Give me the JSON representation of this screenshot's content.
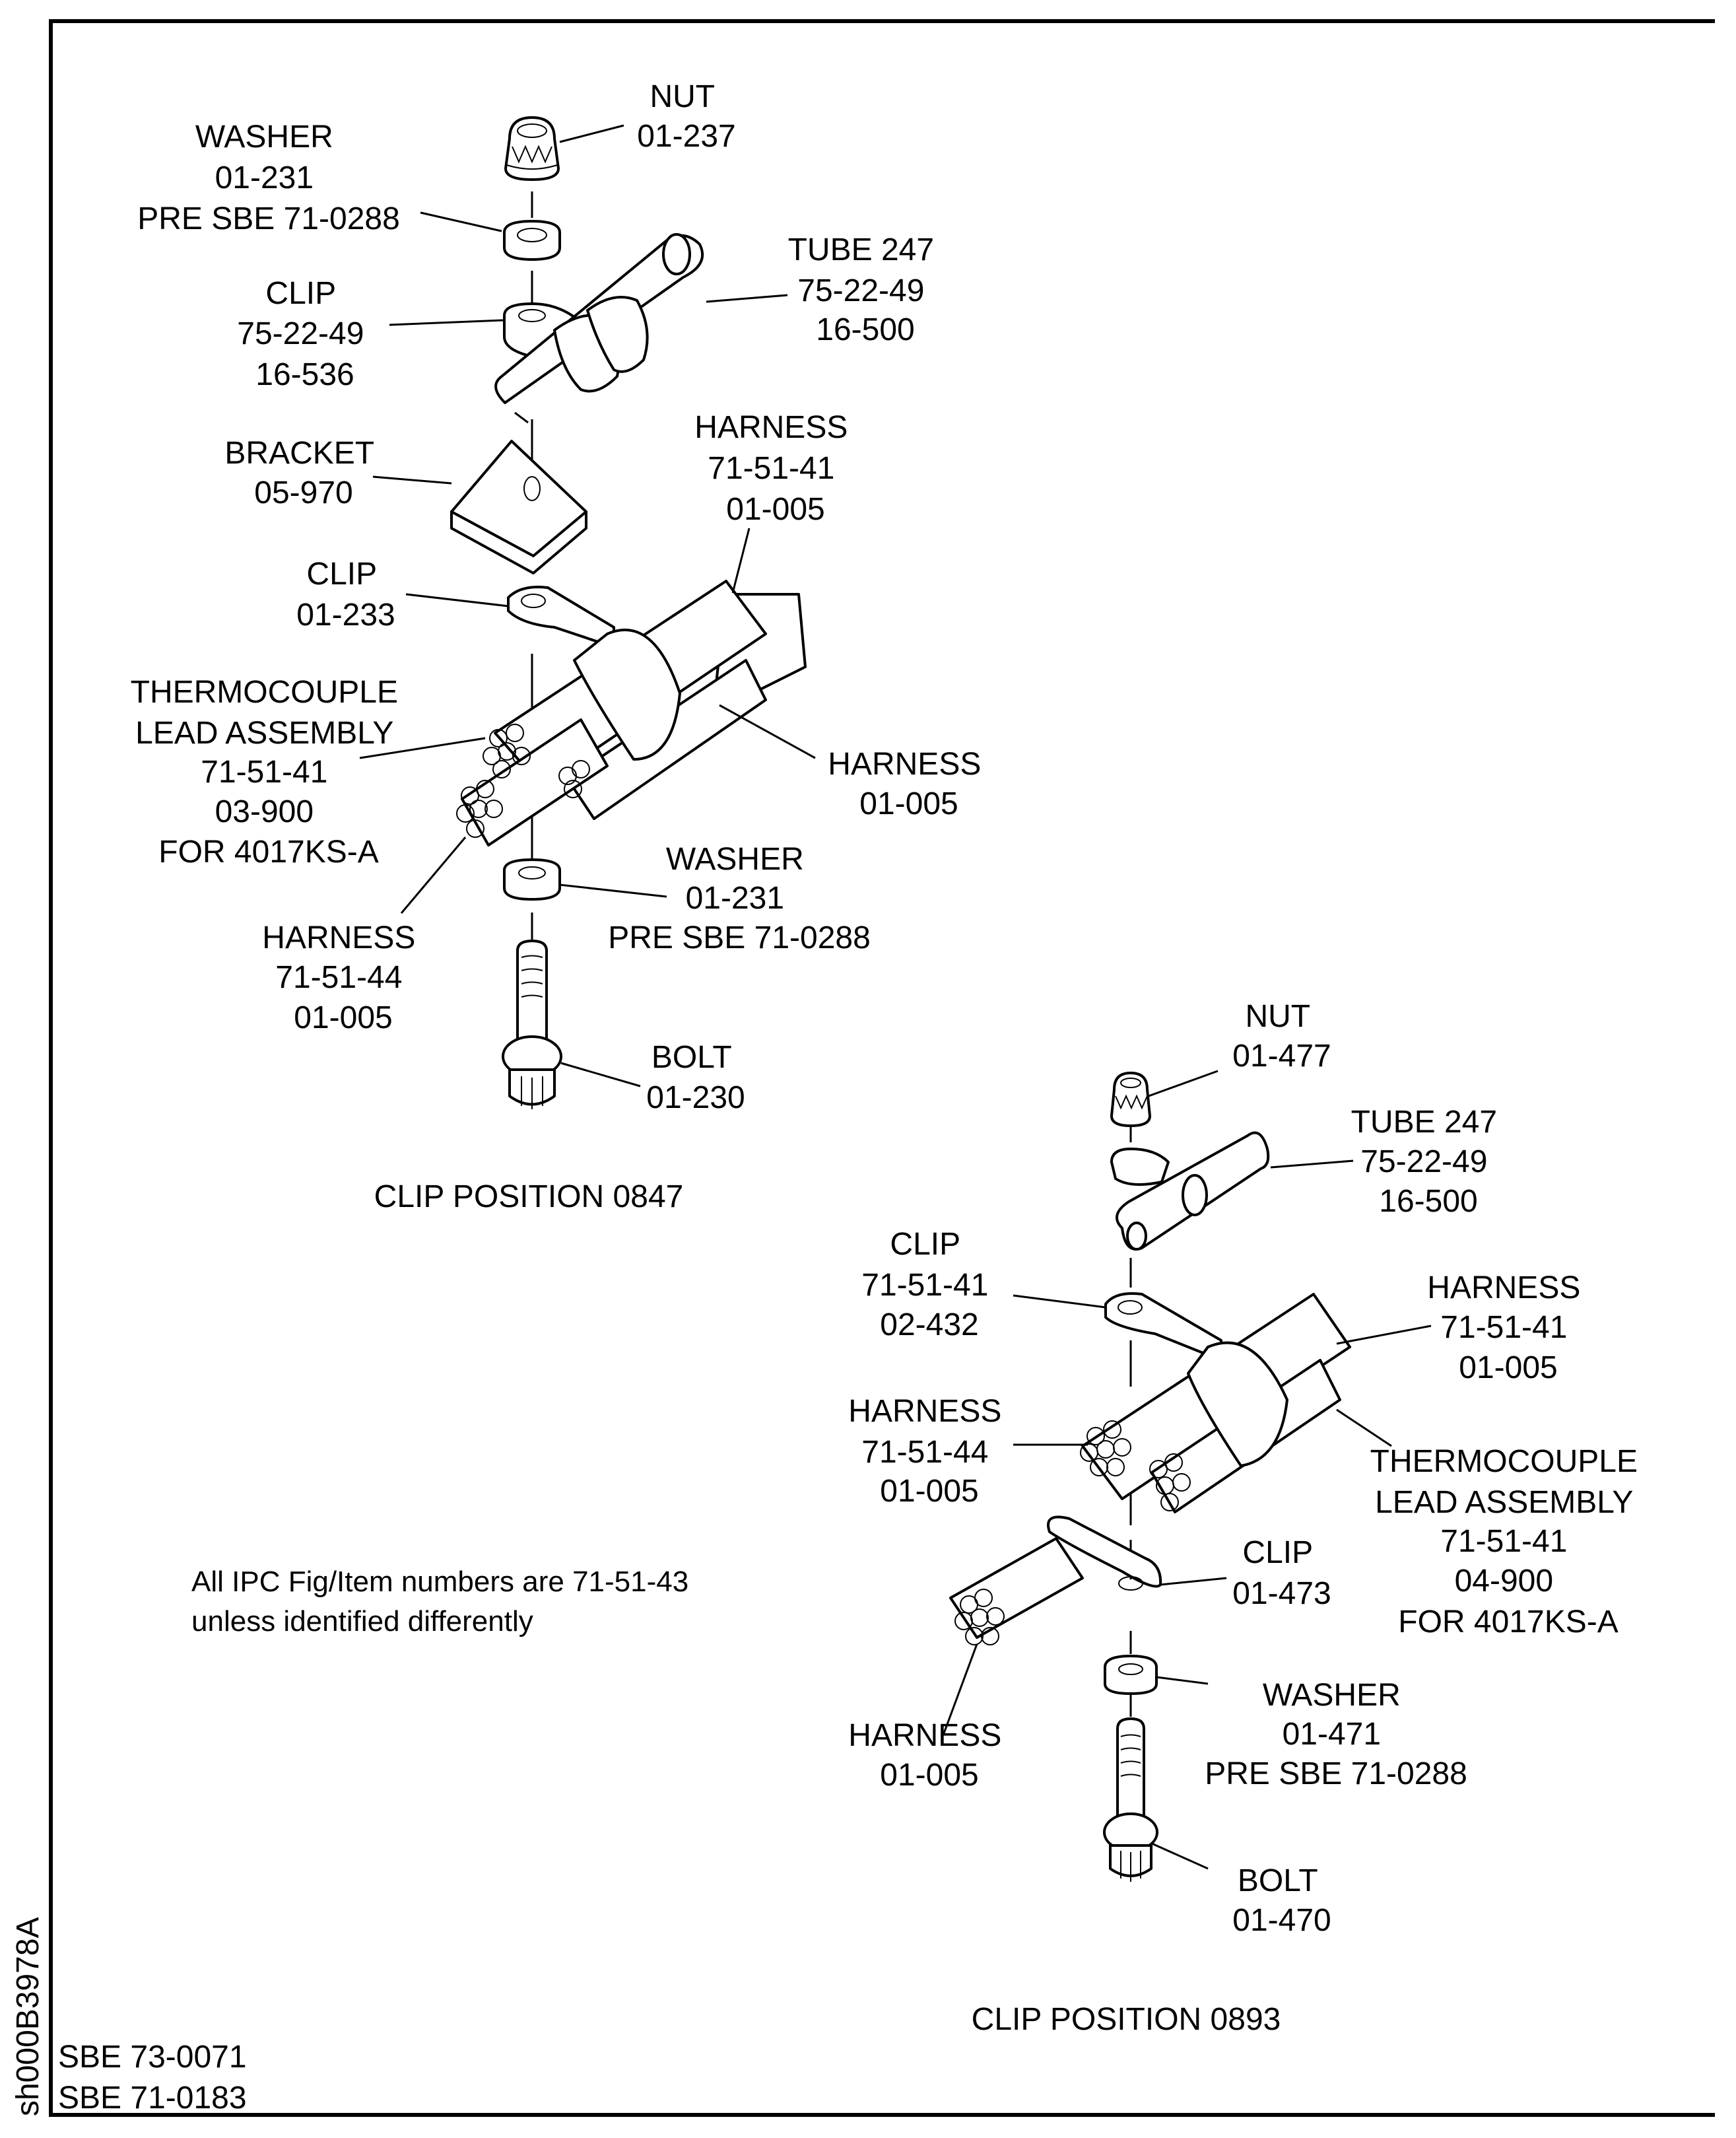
{
  "figure": {
    "drawing_id": "sh000B3978A",
    "note": [
      "All IPC Fig/Item numbers are 71-51-43",
      "unless identified differently"
    ],
    "references": [
      "SBE 73-0071",
      "SBE 71-0183"
    ]
  },
  "assemblies": [
    {
      "title": "CLIP POSITION 0847",
      "callouts": [
        {
          "id": "nut",
          "lines": [
            "NUT",
            "01-237"
          ]
        },
        {
          "id": "washer-top",
          "lines": [
            "WASHER",
            "01-231",
            "PRE SBE 71-0288"
          ]
        },
        {
          "id": "clip-tube",
          "lines": [
            "CLIP",
            "75-22-49",
            "16-536"
          ]
        },
        {
          "id": "tube",
          "lines": [
            "TUBE 247",
            "75-22-49",
            "16-500"
          ]
        },
        {
          "id": "bracket",
          "lines": [
            "BRACKET",
            "05-970"
          ]
        },
        {
          "id": "harness-upper",
          "lines": [
            "HARNESS",
            "71-51-41",
            "01-005"
          ]
        },
        {
          "id": "clip-harness",
          "lines": [
            "CLIP",
            "01-233"
          ]
        },
        {
          "id": "thermocouple",
          "lines": [
            "THERMOCOUPLE",
            "LEAD ASSEMBLY",
            "71-51-41",
            "03-900",
            "FOR 4017KS-A"
          ]
        },
        {
          "id": "harness-right",
          "lines": [
            "HARNESS",
            "01-005"
          ]
        },
        {
          "id": "washer-bottom",
          "lines": [
            "WASHER",
            "01-231",
            "PRE SBE 71-0288"
          ]
        },
        {
          "id": "harness-lower",
          "lines": [
            "HARNESS",
            "71-51-44",
            "01-005"
          ]
        },
        {
          "id": "bolt",
          "lines": [
            "BOLT",
            "01-230"
          ]
        }
      ]
    },
    {
      "title": "CLIP POSITION 0893",
      "callouts": [
        {
          "id": "nut",
          "lines": [
            "NUT",
            "01-477"
          ]
        },
        {
          "id": "tube",
          "lines": [
            "TUBE 247",
            "75-22-49",
            "16-500"
          ]
        },
        {
          "id": "clip-upper",
          "lines": [
            "CLIP",
            "71-51-41",
            "02-432"
          ]
        },
        {
          "id": "harness-upper",
          "lines": [
            "HARNESS",
            "71-51-41",
            "01-005"
          ]
        },
        {
          "id": "harness-left",
          "lines": [
            "HARNESS",
            "71-51-44",
            "01-005"
          ]
        },
        {
          "id": "thermocouple",
          "lines": [
            "THERMOCOUPLE",
            "LEAD ASSEMBLY",
            "71-51-41",
            "04-900",
            "FOR 4017KS-A"
          ]
        },
        {
          "id": "clip-lower",
          "lines": [
            "CLIP",
            "01-473"
          ]
        },
        {
          "id": "harness-lower",
          "lines": [
            "HARNESS",
            "01-005"
          ]
        },
        {
          "id": "washer",
          "lines": [
            "WASHER",
            "01-471",
            "PRE SBE 71-0288"
          ]
        },
        {
          "id": "bolt",
          "lines": [
            "BOLT",
            "01-470"
          ]
        }
      ]
    }
  ]
}
